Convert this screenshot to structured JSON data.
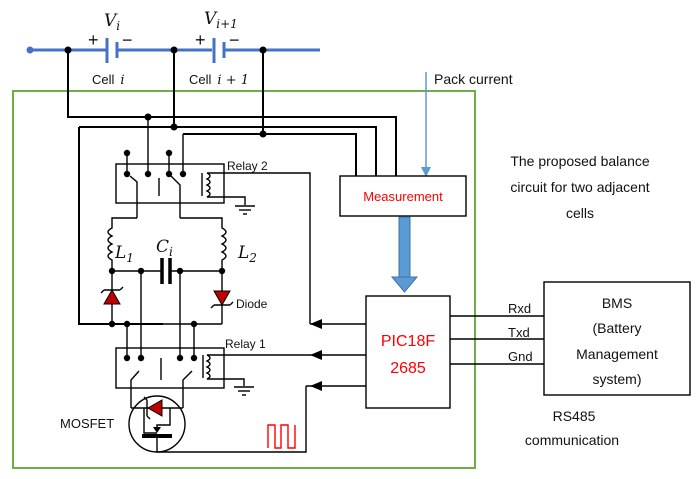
{
  "cells": [
    {
      "voltage_label": "V",
      "voltage_sub": "i",
      "name_prefix": "Cell",
      "name_index": "i",
      "plus": "+",
      "minus": "−"
    },
    {
      "voltage_label": "V",
      "voltage_sub": "i+1",
      "name_prefix": "Cell",
      "name_index": "i + 1",
      "plus": "+",
      "minus": "−"
    }
  ],
  "labels": {
    "pack_current": "Pack current",
    "relay2": "Relay 2",
    "relay1": "Relay 1",
    "measurement": "Measurement",
    "inductor1": "L",
    "inductor1_sub": "1",
    "inductor2": "L",
    "inductor2_sub": "2",
    "capacitor": "C",
    "capacitor_sub": "i",
    "diode": "Diode",
    "mosfet": "MOSFET",
    "mcu_line1": "PIC18F",
    "mcu_line2": "2685",
    "rxd": "Rxd",
    "txd": "Txd",
    "gnd": "Gnd",
    "bms_lines": [
      "BMS",
      "(Battery",
      "Management",
      "system)"
    ],
    "rs485_line1": "RS485",
    "rs485_line2": "communication",
    "caption_lines": [
      "The proposed balance",
      "circuit for two adjacent",
      "cells"
    ]
  },
  "colors": {
    "bus": "#4472c4",
    "enclosure": "#70ad47",
    "accent_text": "#ff0000",
    "diode_fill": "#c00000",
    "arrow_fill": "#5b9bd5"
  }
}
